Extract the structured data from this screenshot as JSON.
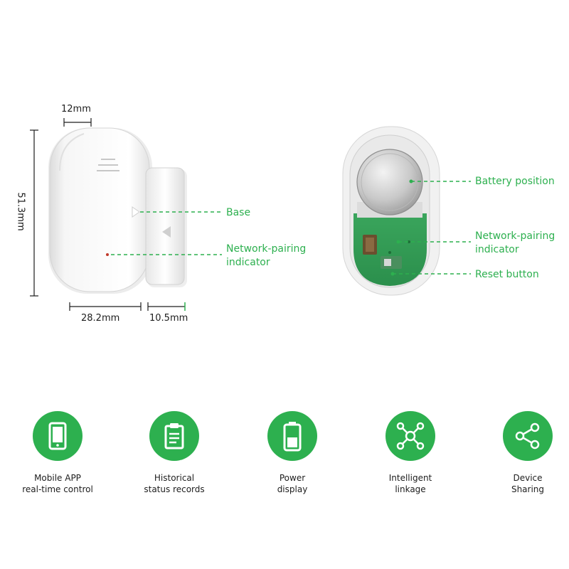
{
  "dimensions": {
    "width_top": "12mm",
    "height_left": "51.3mm",
    "base_width": "28.2mm",
    "magnet_width": "10.5mm"
  },
  "callouts": {
    "base": "Base",
    "network_pairing_left": [
      "Network-pairing",
      "indicator"
    ],
    "battery_position": "Battery position",
    "network_pairing_right": [
      "Network-pairing",
      "indicator"
    ],
    "reset_button": "Reset button"
  },
  "features": [
    {
      "icon": "smartphone-icon",
      "lines": [
        "Mobile APP",
        "real-time control"
      ]
    },
    {
      "icon": "clipboard-icon",
      "lines": [
        "Historical",
        "status records"
      ]
    },
    {
      "icon": "battery-icon",
      "lines": [
        "Power",
        "display"
      ]
    },
    {
      "icon": "network-nodes-icon",
      "lines": [
        "Intelligent",
        "linkage"
      ]
    },
    {
      "icon": "share-icon",
      "lines": [
        "Device",
        "Sharing"
      ]
    }
  ],
  "colors": {
    "accent_green": "#2db04f",
    "dimension_line": "#1d1d1d",
    "device_white": "#f4f4f4"
  }
}
